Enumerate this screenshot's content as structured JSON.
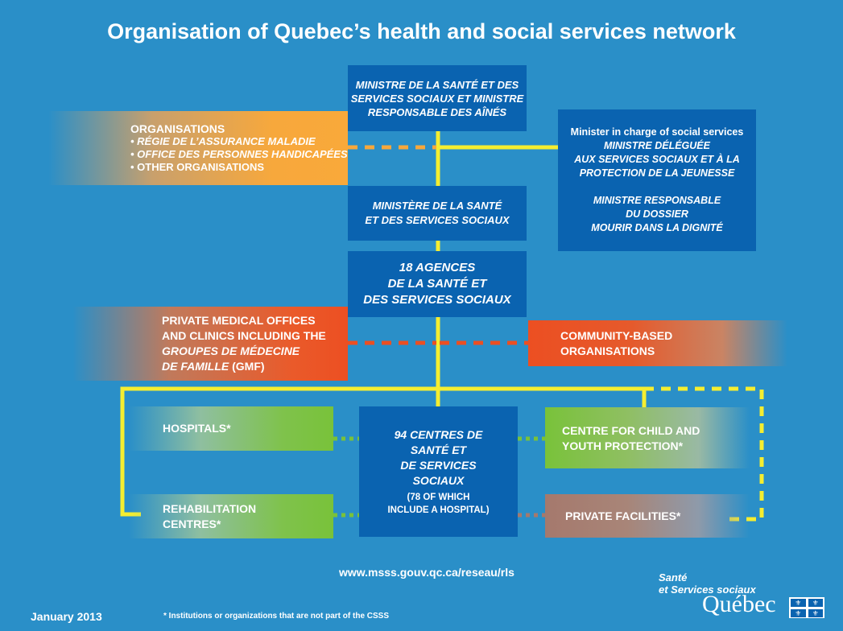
{
  "title": "Organisation of Quebec’s health and social services network",
  "ministre": [
    "MINISTRE DE LA SANTÉ ET DES",
    "SERVICES SOCIAUX ET MINISTRE",
    "RESPONSABLE DES AÎNÉS"
  ],
  "organisations": {
    "heading": "ORGANISATIONS",
    "items": [
      "• RÉGIE DE L’ASSURANCE MALADIE",
      "• OFFICE DES PERSONNES HANDICAPÉES",
      "• OTHER ORGANISATIONS"
    ]
  },
  "minister_social": {
    "heading": "Minister in charge of social services",
    "lines1": [
      "MINISTRE DÉLÉGUÉE",
      "AUX SERVICES SOCIAUX ET À LA",
      "PROTECTION DE LA JEUNESSE"
    ],
    "lines2": [
      "MINISTRE RESPONSABLE",
      "DU DOSSIER",
      "MOURIR DANS LA DIGNITÉ"
    ]
  },
  "ministere": [
    "MINISTÈRE DE LA SANTÉ",
    "ET DES SERVICES SOCIAUX"
  ],
  "agences": [
    "18 AGENCES",
    "DE LA SANTÉ ET",
    "DES SERVICES SOCIAUX"
  ],
  "private_medical": {
    "line1": "PRIVATE MEDICAL OFFICES",
    "line2": "AND CLINICS INCLUDING THE",
    "line3": "GROUPES DE MÉDECINE",
    "line4_italic": "DE FAMILLE",
    "line4_rest": " (GMF)"
  },
  "community": [
    "COMMUNITY-BASED",
    "ORGANISATIONS"
  ],
  "csss": {
    "italic": [
      "94 CENTRES DE",
      "SANTÉ ET",
      "DE SERVICES",
      "SOCIAUX"
    ],
    "note": [
      "(78 OF WHICH",
      "INCLUDE A HOSPITAL)"
    ]
  },
  "hospitals": "HOSPITALS*",
  "rehab": [
    "REHABILITATION",
    "CENTRES*"
  ],
  "child_youth": [
    "CENTRE FOR CHILD AND",
    "YOUTH PROTECTION*"
  ],
  "private_facilities": "PRIVATE FACILITIES*",
  "url": "www.msss.gouv.qc.ca/reseau/rls",
  "date": "January 2013",
  "footnote": "* Institutions or organizations that are not part of the CSSS",
  "logo": {
    "line1": "Santé",
    "line2": "et Services sociaux",
    "line3": "Québec"
  },
  "colors": {
    "background": "#2a8fc8",
    "box_blue": "#0a63b0",
    "line_yellow": "#f5ee30",
    "orange": "#f9a93a",
    "red": "#ec4f22",
    "green": "#79c23a",
    "brown": "#a5796d"
  }
}
